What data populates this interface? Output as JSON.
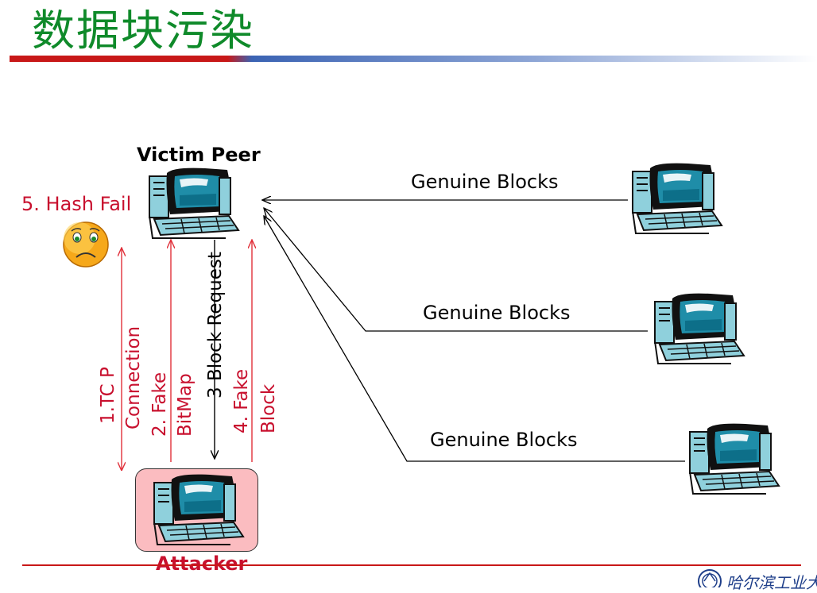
{
  "slide": {
    "title": "数据块污染",
    "colors": {
      "title": "#0f8a2a",
      "accent_red": "#c81818",
      "accent_blue": "#3b63b3",
      "arrow_red": "#e0303a",
      "attacker_box": "#fbbcc0"
    }
  },
  "diagram": {
    "victim": {
      "label": "Victim Peer",
      "icon": "computer-icon"
    },
    "hash_fail": {
      "label": "5. Hash Fail",
      "icon": "sad-face-icon"
    },
    "attacker": {
      "label": "Attacker",
      "icon": "computer-icon"
    },
    "steps": {
      "s1_line1": "1.TC P",
      "s1_line2": "Connection",
      "s2_line1": "2. Fake",
      "s2_line2": "BitMap",
      "s3": "3 Block Request",
      "s4_line1": "4. Fake",
      "s4_line2": "Block"
    },
    "genuine": [
      {
        "label": "Genuine Blocks",
        "icon": "computer-icon"
      },
      {
        "label": "Genuine Blocks",
        "icon": "computer-icon"
      },
      {
        "label": "Genuine Blocks",
        "icon": "computer-icon"
      }
    ],
    "logo": {
      "text": "哈尔滨工业大学",
      "icon": "university-seal-icon"
    }
  }
}
